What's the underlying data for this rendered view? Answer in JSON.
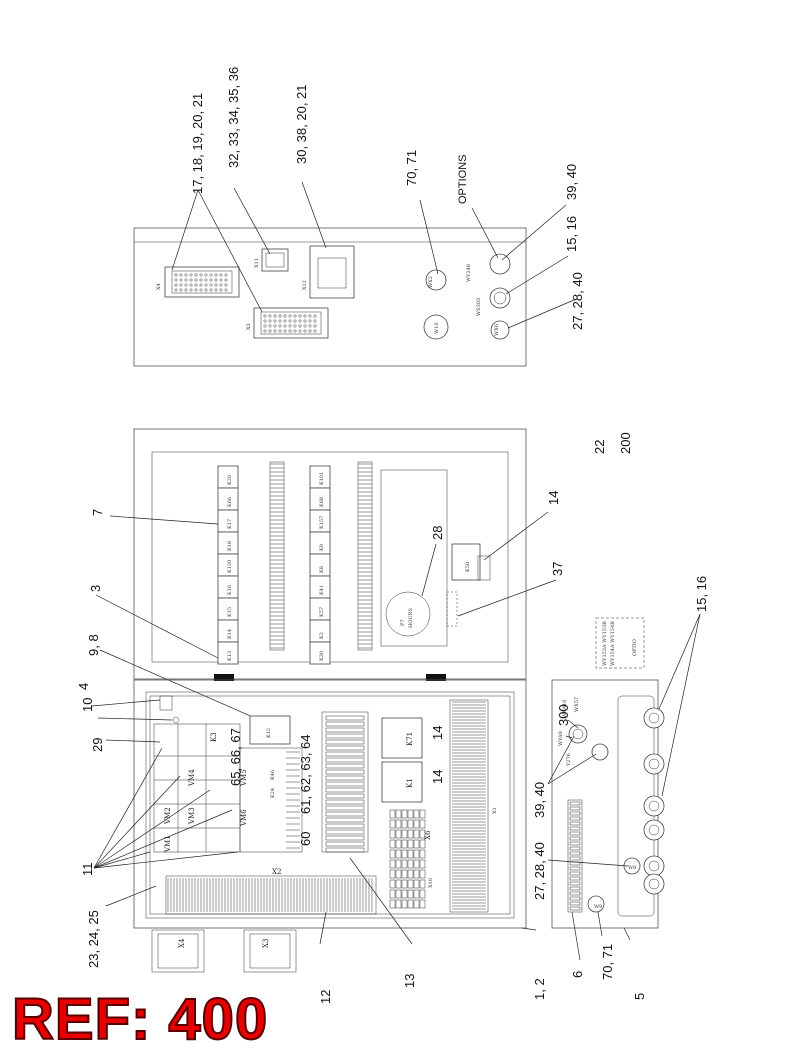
{
  "callouts": {
    "c17": "17, 18, 19, 20, 21",
    "c32": "32, 33, 34, 35, 36",
    "c30": "30, 38, 20, 21",
    "c70a": "70, 71",
    "options": "OPTIONS",
    "c39a": "39, 40",
    "c15a": "15, 16",
    "c27a": "27, 28, 40",
    "c22": "22",
    "c200": "200",
    "c7": "7",
    "c28": "28",
    "c14a": "14",
    "c3": "3",
    "c37": "37",
    "c98": "9, 8",
    "c4": "4",
    "c10": "10",
    "c29": "29",
    "c300": "300",
    "c15b": "15, 16",
    "c65": "65, 66, 67",
    "c61": "61, 62, 63, 64",
    "c60": "60",
    "c14b": "14",
    "c14c": "14",
    "c39b": "39, 40",
    "c11": "11",
    "c27b": "27, 28, 40",
    "c23": "23, 24, 25",
    "c12": "12",
    "c13": "13",
    "c12b": "1, 2",
    "c6": "6",
    "c70b": "70, 71",
    "c5": "5"
  },
  "component_tags": {
    "x4_top": "X4",
    "x3_top": "X3",
    "x11": "X11",
    "x12": "X12",
    "wy248": "WY248",
    "ws303": "WS303",
    "w10": "W10",
    "wx2": "WX2",
    "wx6": "WX6",
    "k20": "K20",
    "k66": "K66",
    "k17": "K17",
    "k18": "K18",
    "k120": "K120",
    "k16": "K16",
    "k15": "K15",
    "k14": "K14",
    "k13": "K13",
    "k101": "K101",
    "k68": "K68",
    "k157": "K157",
    "k9": "K9",
    "k8": "K8",
    "k41": "K41",
    "k57": "K57",
    "k2": "K2",
    "k30": "K30",
    "hours": "HOURS",
    "p7": "P7",
    "k50": "K50",
    "k3": "K3",
    "k12": "K12",
    "k46": "K46",
    "k24": "K24",
    "k71": "K71",
    "k1": "K1",
    "vm1": "VM1",
    "vm2": "VM2",
    "vm3": "VM3",
    "vm4": "VM4",
    "vm5": "VM5",
    "vm6": "VM6",
    "x2": "X2",
    "x6": "X6",
    "x10": "X10",
    "x1": "X1",
    "x4_bot": "X4",
    "x3_bot": "X3",
    "wxa10": "WXA10",
    "wx57": "WX57",
    "y276": "Y276",
    "wya9": "WYA9",
    "w9": "W9",
    "w8": "W8",
    "opt_list": "WY153A WY153B",
    "opt_list2": "WY154A WY154B",
    "opt": "OPTIO"
  },
  "reference": "REF: 400"
}
